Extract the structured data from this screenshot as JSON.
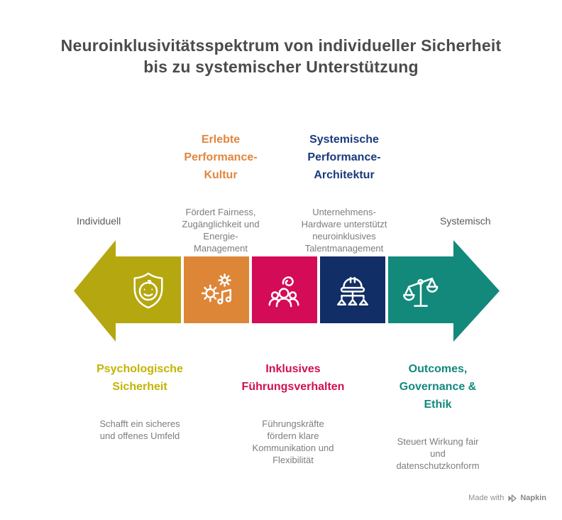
{
  "title": "Neuroinklusivitätsspektrum von individueller Sicherheit\nbis zu systemischer Unterstützung",
  "spectrum": {
    "left_label": "Individuell",
    "right_label": "Systemisch",
    "left_arrow_color": "#B5A70F",
    "right_arrow_color": "#12897B"
  },
  "top_callouts": [
    {
      "heading": "Erlebte\nPerformance-\nKultur",
      "description": "Fördert Fairness,\nZugänglichkeit und\nEnergie-\nManagement",
      "color": "#E0863F"
    },
    {
      "heading": "Systemische\nPerformance-\nArchitektur",
      "description": "Unternehmens-\nHardware unterstützt\nneuroinklusives\nTalentmanagement",
      "color": "#1A3A7E"
    }
  ],
  "bottom_callouts": [
    {
      "heading": "Psychologische\nSicherheit",
      "description": "Schafft ein sicheres\nund offenes Umfeld",
      "color": "#C3B400"
    },
    {
      "heading": "Inklusives\nFührungsverhalten",
      "description": "Führungskräfte\nfördern klare\nKommunikation und\nFlexibilität",
      "color": "#D1104F"
    },
    {
      "heading": "Outcomes,\nGovernance &\nEthik",
      "description": "Steuert Wirkung fair\nund\ndatenschutzkonform",
      "color": "#12897D"
    }
  ],
  "segments": [
    {
      "icon": "shield-smiley-icon",
      "color": "#B5A70F"
    },
    {
      "icon": "gears-music-note-icon",
      "color": "#DD8638"
    },
    {
      "icon": "people-group-icon",
      "color": "#D40B56"
    },
    {
      "icon": "hard-hat-hierarchy-icon",
      "color": "#122E66"
    },
    {
      "icon": "balance-scales-icon",
      "color": "#12897B"
    }
  ],
  "footer": {
    "made_with": "Made with",
    "brand": "Napkin"
  }
}
